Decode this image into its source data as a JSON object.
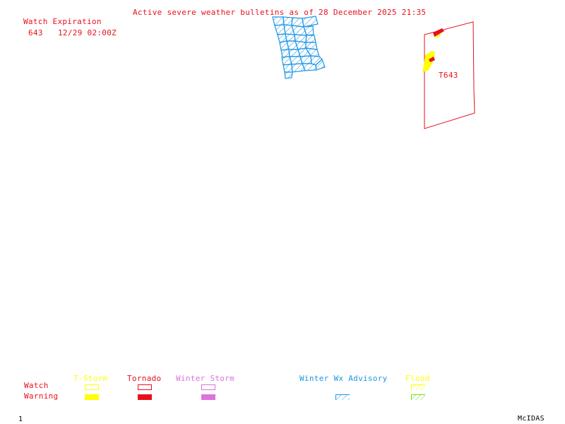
{
  "title": "Active severe weather bulletins as of 28 December 2025 21:35",
  "watch_expiration": {
    "heading": "Watch Expiration",
    "rows": [
      {
        "watch": "643",
        "expires": "12/29 02:00Z"
      }
    ]
  },
  "map": {
    "watch_label": "T643",
    "colors": {
      "tornado": "#e8101c",
      "tstorm": "#ffff00",
      "winter_storm": "#dc72dc",
      "winter_wx_advisory": "#1e96e6",
      "flood_watch": "#ffff00",
      "flood_warning": "#78dc1e"
    }
  },
  "legend": {
    "row_labels": {
      "watch": "Watch",
      "warning": "Warning"
    },
    "categories": [
      {
        "name": "T-Storm",
        "color": "#ffff00",
        "watch": "outline",
        "warning": "filled"
      },
      {
        "name": "Tornado",
        "color": "#e8101c",
        "watch": "outline",
        "warning": "filled"
      },
      {
        "name": "Winter Storm",
        "color": "#dc72dc",
        "watch": "outline",
        "warning": "filled"
      },
      {
        "name": "Winter Wx Advisory",
        "color": "#1e96e6",
        "watch": "none",
        "warning": "hatched"
      },
      {
        "name": "Flood",
        "color": "#ffff00",
        "warning_color": "#78dc1e",
        "watch": "hatched",
        "warning": "hatched"
      }
    ]
  },
  "footer": {
    "frame_number": "1",
    "brand": "McIDAS"
  }
}
